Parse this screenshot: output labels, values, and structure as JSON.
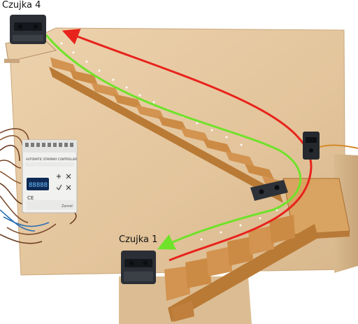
{
  "photo": {
    "sensor_labels": {
      "top": "Czujka 4",
      "bottom": "Czujka 1"
    },
    "controller": {
      "header_text": "AUTOMATIC STAIRWAY CONTROLLER",
      "display_text": "88888",
      "brand_text": "Zamel",
      "ce_mark": "CE"
    },
    "colors": {
      "board": "#e6c9a2",
      "step": "#c9863a",
      "path_up": "#e8231c",
      "path_down": "#6fe22a"
    }
  }
}
